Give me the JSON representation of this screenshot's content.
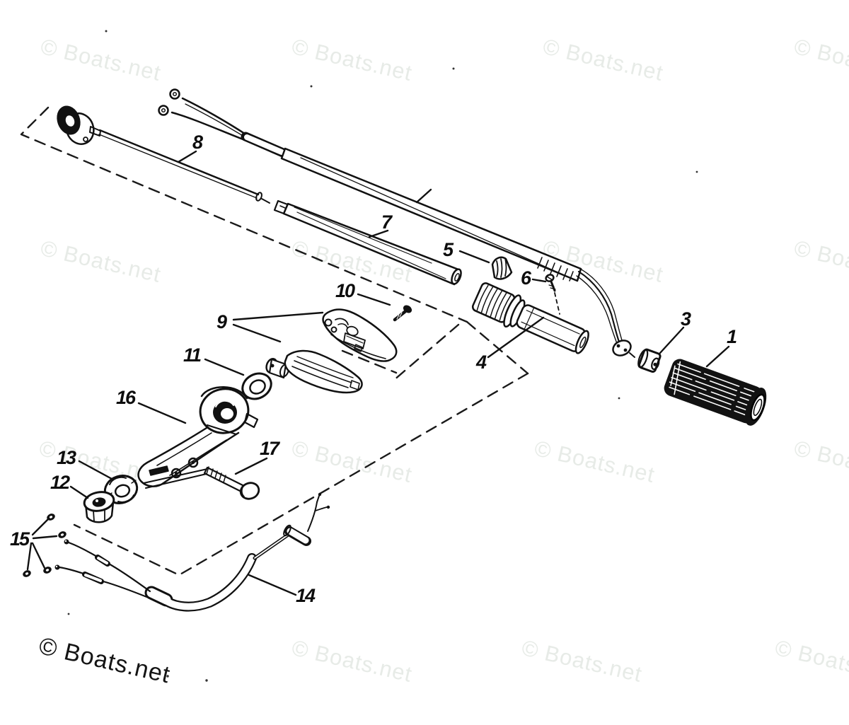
{
  "page": {
    "background": "#ffffff",
    "type": "exploded-parts-diagram"
  },
  "watermark": {
    "text": "© Boats.net",
    "light_color": "#e7ebe7",
    "dark_color": "#141414"
  },
  "credit": {
    "text": "© Boats.net"
  },
  "callouts": [
    {
      "number": "8"
    },
    {
      "number": "7"
    },
    {
      "number": "5"
    },
    {
      "number": "6"
    },
    {
      "number": "10"
    },
    {
      "number": "9"
    },
    {
      "number": "11"
    },
    {
      "number": "16"
    },
    {
      "number": "13"
    },
    {
      "number": "12"
    },
    {
      "number": "15"
    },
    {
      "number": "17"
    },
    {
      "number": "14"
    },
    {
      "number": "4"
    },
    {
      "number": "3"
    },
    {
      "number": "1"
    }
  ]
}
